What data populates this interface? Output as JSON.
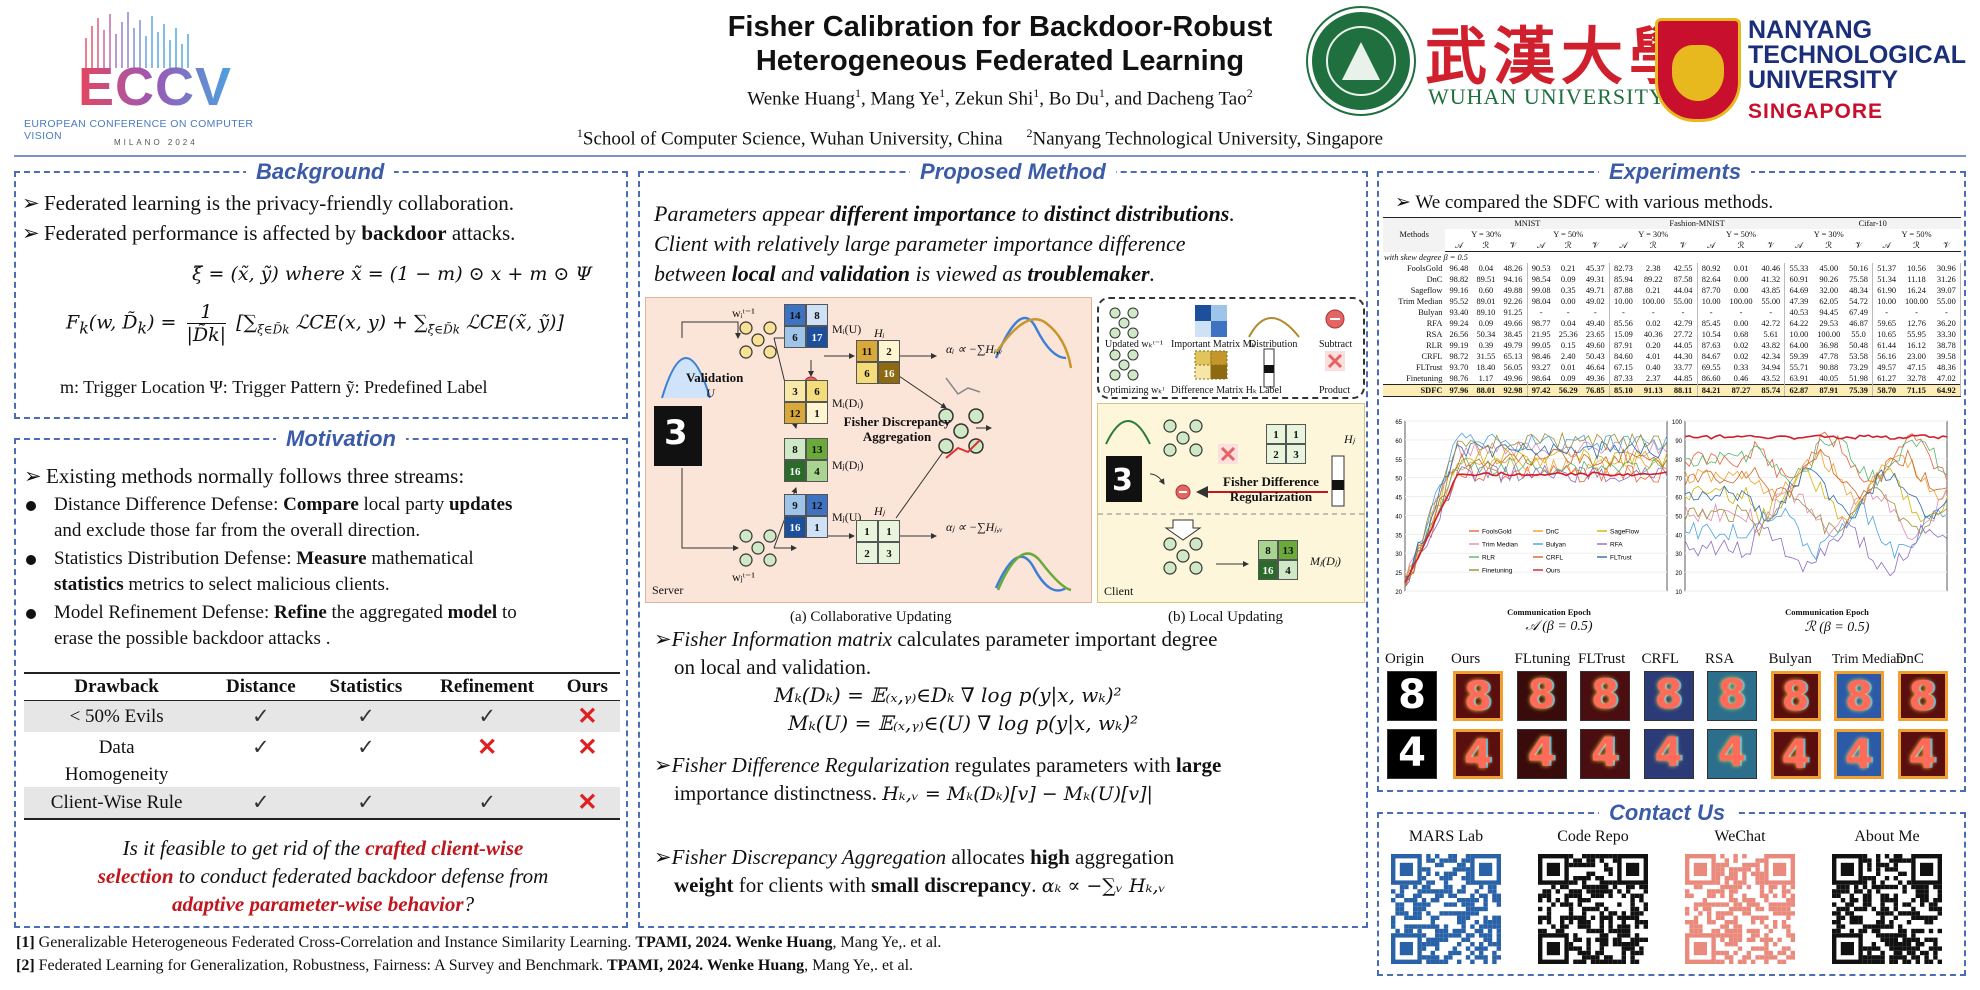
{
  "header": {
    "conf_logo_word": "ECCV",
    "conf_logo_sub": "EUROPEAN CONFERENCE ON COMPUTER VISION",
    "conf_logo_city": "MILANO 2024",
    "title_line1": "Fisher Calibration for Backdoor-Robust",
    "title_line2": "Heterogeneous Federated Learning",
    "authors": [
      {
        "name": "Wenke Huang",
        "aff": "1"
      },
      {
        "name": "Mang Ye",
        "aff": "1"
      },
      {
        "name": "Zekun Shi",
        "aff": "1"
      },
      {
        "name": "Bo Du",
        "aff": "1"
      },
      {
        "name": "and Dacheng Tao",
        "aff": "2"
      }
    ],
    "affiliations": [
      {
        "num": "1",
        "text": "School of Computer Science, Wuhan University, China"
      },
      {
        "num": "2",
        "text": "Nanyang Technological University, Singapore"
      }
    ],
    "whu_chinese": "武漢大學",
    "whu_name": "WUHAN UNIVERSITY",
    "ntu_name": [
      "NANYANG",
      "TECHNOLOGICAL",
      "UNIVERSITY"
    ],
    "ntu_country": "SINGAPORE"
  },
  "background": {
    "title": "Background",
    "bullets": [
      {
        "text": "Federated learning is the privacy-friendly collaboration."
      },
      {
        "pre": "Federated performance is affected by ",
        "bold": "backdoor",
        "post": " attacks."
      }
    ],
    "eq1": "ξ̃ = (x̃, ỹ) where x̃ = (1 − m) ⊙ x + m ⊙ Ψ",
    "eq2_lhs": "F",
    "eq2_sub": "k",
    "eq2_args": "(w, D̃",
    "eq2_args_sub": "k",
    "eq2_args_end": ") =",
    "eq2_frac_num": "1",
    "eq2_frac_den": "|D̃k|",
    "eq2_body1": "[∑",
    "eq2_body1_sub": "ξ∈D̃k",
    "eq2_body1_term": "ℒCE(x, y) + ∑",
    "eq2_body2_sub": "ξ̃∈D̃k",
    "eq2_body2_term": "ℒCE(x̃, ỹ)]",
    "legend": "m: Trigger Location Ψ: Trigger Pattern ỹ: Predefined Label"
  },
  "motivation": {
    "title": "Motivation",
    "lead": "Existing methods normally follows three streams:",
    "items": [
      {
        "pre": "Distance Difference Defense:  ",
        "b1": "Compare",
        "mid": " local party ",
        "b2": "updates",
        "line2": "and exclude those far from the overall direction."
      },
      {
        "pre": "Statistics Distribution Defense: ",
        "b1": "Measure",
        "mid": " mathematical",
        "b2": "",
        "line2_b": "statistics",
        "line2": " metrics to select malicious clients."
      },
      {
        "pre": "Model Refinement Defense: ",
        "b1": "Refine",
        "mid": " the aggregated ",
        "b2": "model",
        "post": " to",
        "line2": "erase the possible backdoor attacks ."
      }
    ],
    "table": {
      "headers": [
        "Drawback",
        "Distance",
        "Statistics",
        "Refinement",
        "Ours"
      ],
      "rows": [
        {
          "label": "< 50% Evils",
          "cells": [
            "check",
            "check",
            "check",
            "cross"
          ]
        },
        {
          "label": "Data",
          "cells": [
            "check",
            "check",
            "cross",
            "cross"
          ]
        },
        {
          "label": "Homogeneity",
          "cells": [
            "",
            "",
            "",
            ""
          ]
        },
        {
          "label": "Client-Wise Rule",
          "cells": [
            "check",
            "check",
            "check",
            "cross"
          ]
        }
      ]
    },
    "question": {
      "l1_pre": "Is it feasible to get rid of  the ",
      "l1_red": "crafted client-wise",
      "l2_red": "selection",
      "l2_post": " to conduct  federated backdoor defense from",
      "l3_red": "adaptive parameter-wise behavior",
      "l3_post": "?"
    }
  },
  "method": {
    "title": "Proposed Method",
    "intro": {
      "l1_pre": "Parameters appear ",
      "l1_b1": "different importance",
      "l1_mid": " to ",
      "l1_b2": "distinct distributions",
      "l1_post": ".",
      "l2": "Client with relatively large parameter importance difference",
      "l3_pre": "between ",
      "l3_b1": "local",
      "l3_mid": " and ",
      "l3_b2": "validation",
      "l3_mid2": " is viewed as ",
      "l3_b3": "troublemaker",
      "l3_post": "."
    },
    "fig": {
      "validation": "Validation",
      "validation_u": "U",
      "server": "Server",
      "m_u_top": "Mᵢ(U)",
      "m_d_i": "Mᵢ(Dᵢ)",
      "m_d_j": "Mⱼ(Dⱼ)",
      "m_u_bot": "Mⱼ(U)",
      "h_i": "Hᵢ",
      "h_j": "Hⱼ",
      "alpha_i": "αᵢ ∝ −∑Hᵢ,ᵥ",
      "alpha_j": "αⱼ ∝ −∑Hⱼ,ᵥ",
      "aggregation": "Fisher Discrepancy Aggregation",
      "w_i": "wᵢᵗ⁻¹",
      "w_j": "wⱼᵗ⁻¹",
      "top_matrix": [
        "14",
        "8",
        "6",
        "17"
      ],
      "di_matrix": [
        "3",
        "6",
        "12",
        "1"
      ],
      "dj_matrix": [
        "8",
        "13",
        "16",
        "4"
      ],
      "bot_matrix": [
        "9",
        "12",
        "16",
        "1"
      ],
      "hi_matrix": [
        "11",
        "2",
        "6",
        "16"
      ],
      "hj_matrix": [
        "1",
        "1",
        "2",
        "3"
      ],
      "legend_updated": "Updated wₖᵗ⁻¹",
      "legend_importance": "Important Matrix Mₖ",
      "legend_distribution": "Distribution",
      "legend_subtract": "Subtract",
      "legend_optimizing": "Optimizing wₖᵗ",
      "legend_difference": "Difference Matrix Hₖ",
      "legend_label": "Label",
      "legend_product": "Product",
      "regularization": "Fisher Difference Regularization",
      "client": "Client",
      "client_h": "Hⱼ",
      "client_m": "Mⱼ(Dⱼ)",
      "client_h_matrix": [
        "1",
        "1",
        "2",
        "3"
      ],
      "client_m_matrix": [
        "8",
        "13",
        "16",
        "4"
      ],
      "cap_a": "(a) Collaborative Updating",
      "cap_b": "(b) Local Updating"
    },
    "item1_title": "Fisher Information matrix",
    "item1_text": " calculates parameter important degree",
    "item1_line2": "on local and validation.",
    "eq_mk_d": "Mₖ(Dₖ) = 𝔼₍ₓ,ᵧ₎∈Dₖ ∇ log p(y|x, wₖ)²",
    "eq_mk_u": "Mₖ(U) = 𝔼₍ₓ,ᵧ₎∈(U) ∇ log p(y|x, wₖ)²",
    "item2_title": "Fisher Difference Regularization",
    "item2_text": " regulates parameters with ",
    "item2_bold": "large",
    "item2_line2": "importance distinctness. ",
    "item2_eq": "Hₖ,ᵥ = Mₖ(Dₖ)[v] − Mₖ(U)[v]|",
    "item3_title": "Fisher Discrepancy Aggregation",
    "item3_text": " allocates ",
    "item3_bold": "high",
    "item3_post": " aggregation",
    "item3_l2_b1": "weight",
    "item3_l2_mid": " for clients with ",
    "item3_l2_b2": "small discrepancy",
    "item3_l2_post": ". ",
    "item3_eq": "αₖ ∝ −∑ᵥ Hₖ,ᵥ"
  },
  "experiments": {
    "title": "Experiments",
    "intro": "We compared the SDFC with various methods.",
    "table": {
      "datasets": [
        "MNIST",
        "Fashion-MNIST",
        "Cifar-10"
      ],
      "ratios": [
        "Υ = 30%",
        "Υ = 50%",
        "Υ = 30%",
        "Υ = 50%",
        "Υ = 30%",
        "Υ = 50%"
      ],
      "metrics": [
        "𝒜",
        "ℛ",
        "𝒱"
      ],
      "methods_header": "Methods",
      "note": "with skew degree β = 0.5",
      "rows": [
        {
          "m": "FoolsGold",
          "v": [
            "96.48",
            "0.04",
            "48.26",
            "90.53",
            "0.21",
            "45.37",
            "82.73",
            "2.38",
            "42.55",
            "80.92",
            "0.01",
            "40.46",
            "55.33",
            "45.00",
            "50.16",
            "51.37",
            "10.56",
            "30.96"
          ]
        },
        {
          "m": "DnC",
          "v": [
            "98.82",
            "89.51",
            "94.16",
            "98.54",
            "0.09",
            "49.31",
            "85.94",
            "89.22",
            "87.58",
            "82.64",
            "0.00",
            "41.32",
            "60.91",
            "90.26",
            "75.58",
            "51.34",
            "11.18",
            "31.26"
          ]
        },
        {
          "m": "Sageflow",
          "v": [
            "99.16",
            "0.60",
            "49.88",
            "99.08",
            "0.35",
            "49.71",
            "87.88",
            "0.21",
            "44.04",
            "87.70",
            "0.00",
            "43.85",
            "64.69",
            "32.00",
            "48.34",
            "61.90",
            "16.24",
            "39.07"
          ]
        },
        {
          "m": "Trim Median",
          "v": [
            "95.52",
            "89.01",
            "92.26",
            "98.04",
            "0.00",
            "49.02",
            "10.00",
            "100.00",
            "55.00",
            "10.00",
            "100.00",
            "55.00",
            "47.39",
            "62.05",
            "54.72",
            "10.00",
            "100.00",
            "55.00"
          ]
        },
        {
          "m": "Bulyan",
          "v": [
            "93.40",
            "89.10",
            "91.25",
            "-",
            "-",
            "-",
            "-",
            "-",
            "-",
            "-",
            "-",
            "-",
            "40.53",
            "94.45",
            "67.49",
            "-",
            "-",
            "-"
          ]
        },
        {
          "m": "RFA",
          "v": [
            "99.24",
            "0.09",
            "49.66",
            "98.77",
            "0.04",
            "49.40",
            "85.56",
            "0.02",
            "42.79",
            "85.45",
            "0.00",
            "42.72",
            "64.22",
            "29.53",
            "46.87",
            "59.65",
            "12.76",
            "36.20"
          ]
        },
        {
          "m": "RSA",
          "v": [
            "26.56",
            "50.34",
            "38.45",
            "21.95",
            "25.36",
            "23.65",
            "15.09",
            "40.36",
            "27.72",
            "10.54",
            "0.68",
            "5.61",
            "10.00",
            "100.00",
            "55.0",
            "10.65",
            "55.95",
            "33.30"
          ]
        },
        {
          "m": "RLR",
          "v": [
            "99.19",
            "0.39",
            "49.79",
            "99.05",
            "0.15",
            "49.60",
            "87.91",
            "0.20",
            "44.05",
            "87.63",
            "0.02",
            "43.82",
            "64.00",
            "36.98",
            "50.48",
            "61.44",
            "16.12",
            "38.78"
          ]
        },
        {
          "m": "CRFL",
          "v": [
            "98.72",
            "31.55",
            "65.13",
            "98.46",
            "2.40",
            "50.43",
            "84.60",
            "4.01",
            "44.30",
            "84.67",
            "0.02",
            "42.34",
            "59.39",
            "47.78",
            "53.58",
            "56.16",
            "23.00",
            "39.58"
          ]
        },
        {
          "m": "FLTrust",
          "v": [
            "93.70",
            "18.40",
            "56.05",
            "93.27",
            "0.01",
            "46.64",
            "67.15",
            "0.40",
            "33.77",
            "69.55",
            "0.33",
            "34.94",
            "55.71",
            "90.88",
            "73.29",
            "49.57",
            "47.15",
            "48.36"
          ]
        },
        {
          "m": "Finetuning",
          "v": [
            "98.76",
            "1.17",
            "49.96",
            "98.64",
            "0.09",
            "49.36",
            "87.33",
            "2.37",
            "44.85",
            "86.60",
            "0.46",
            "43.52",
            "63.91",
            "40.05",
            "51.98",
            "61.27",
            "32.78",
            "47.02"
          ]
        }
      ],
      "ours": {
        "m": "SDFC",
        "v": [
          "97.96",
          "88.01",
          "92.98",
          "97.42",
          "56.29",
          "76.85",
          "85.10",
          "91.13",
          "88.11",
          "84.21",
          "87.27",
          "85.74",
          "62.87",
          "87.91",
          "75.39",
          "58.70",
          "71.15",
          "64.92"
        ]
      }
    },
    "curves": {
      "ylabels": [
        "100",
        "90",
        "80",
        "70",
        "60",
        "50",
        "40",
        "30",
        "20",
        "10"
      ],
      "left_yticks": [
        "65",
        "60",
        "55",
        "50",
        "45",
        "40",
        "35",
        "30",
        "25",
        "20"
      ],
      "xlabel": "Communication Epoch",
      "left_caption": "𝒜 (β = 0.5)",
      "right_caption": "ℛ (β = 0.5)",
      "legend": [
        "FoolsGold",
        "DnC",
        "SageFlow",
        "Trim Median",
        "Bulyan",
        "RFA",
        "RLR",
        "CRFL",
        "FLTrust",
        "Finetuning",
        "Ours"
      ],
      "colors": [
        "#e8623a",
        "#f0a030",
        "#d2b400",
        "#e28ab0",
        "#4aa3df",
        "#8e6bbf",
        "#5ab36e",
        "#c96a2b",
        "#2b6cb0",
        "#9d8f3a",
        "#d0202d"
      ]
    },
    "digits": {
      "labels": [
        "Origin",
        "Ours",
        "FLtuning",
        "FLTrust",
        "CRFL",
        "RSA",
        "Bulyan",
        "Trim Median",
        "DnC"
      ],
      "rows": [
        "8",
        "4"
      ]
    }
  },
  "contact": {
    "title": "Contact Us",
    "items": [
      {
        "label": "MARS Lab",
        "color": "#2a62a8"
      },
      {
        "label": "Code Repo",
        "color": "#111111"
      },
      {
        "label": "WeChat",
        "color": "#e98a7c"
      },
      {
        "label": "About Me",
        "color": "#111111"
      }
    ]
  },
  "references": [
    {
      "num": "[1]",
      "text": " Generalizable Heterogeneous Federated Cross-Correlation and Instance Similarity Learning. ",
      "venue": "TPAMI",
      "year": ", 2024. ",
      "author": "Wenke Huang",
      "rest": ", Mang Ye,. et al."
    },
    {
      "num": "[2]",
      "text": " Federated Learning for Generalization, Robustness, Fairness: A Survey and Benchmark. ",
      "venue": "TPAMI",
      "year": ", 2024. ",
      "author": "Wenke Huang",
      "rest": ", Mang Ye,. et al."
    }
  ]
}
